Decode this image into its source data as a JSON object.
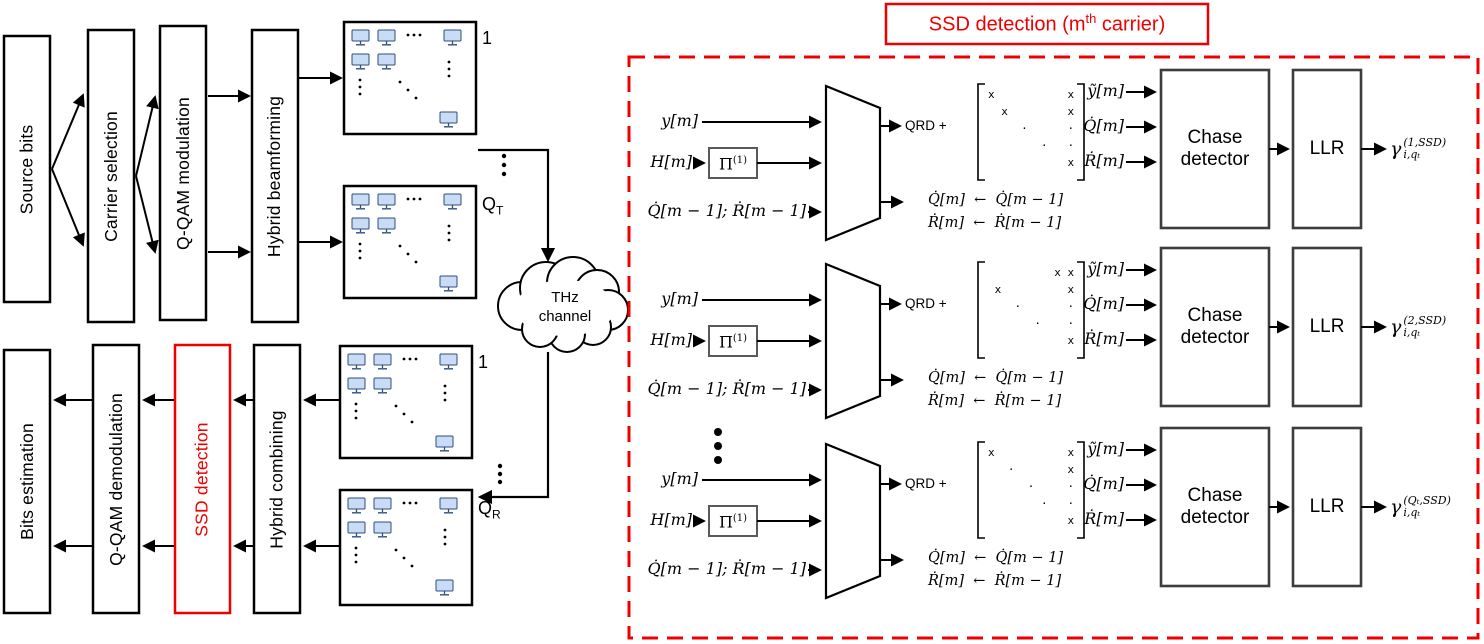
{
  "colors": {
    "accent_red": "#ef0000",
    "monitor_blue": "#c9dcf5",
    "box_black": "#000000",
    "detector_gray": "#3d3d3d"
  },
  "left": {
    "tx": {
      "source": "Source bits",
      "carrier": "Carrier selection",
      "qam": "Q-QAM modulation",
      "beamforming": "Hybrid beamforming",
      "array_first_label": "1",
      "array_last_label": "Q",
      "array_last_sub": "T"
    },
    "rx": {
      "bits": "Bits estimation",
      "qam": "Q-QAM demodulation",
      "ssd": "SSD detection",
      "combining": "Hybrid combining",
      "array_first_label": "1",
      "array_last_label": "Q",
      "array_last_sub": "R"
    },
    "channel_lines": [
      "THz",
      "channel"
    ]
  },
  "panel": {
    "title_pre": "SSD detection (m",
    "title_sup": "th",
    "title_post": " carrier)",
    "rows": [
      {
        "in_y": "y[m]",
        "in_H": "H[m]",
        "perm": "Π",
        "perm_sup": "(1)",
        "in_prev": "Q̇[m − 1]; Ṙ[m − 1]",
        "qrd": "QRD  +",
        "matrix": [
          "x           x",
          "  x         x",
          "     ·      ·",
          "        ·   ·",
          "            x"
        ],
        "updates": [
          "Q̇[m]  ←  Q̇[m − 1]",
          "Ṙ[m]  ←  Ṙ[m − 1]"
        ],
        "det_in": [
          "ỹ[m]",
          "Q̇[m]",
          "Ṙ[m]"
        ],
        "chase": "Chase detector",
        "llr": "LLR",
        "out_main": "γ",
        "out_sup": "(1,SSD)",
        "out_sub": "i,qₜ"
      },
      {
        "in_y": "y[m]",
        "in_H": "H[m]",
        "perm": "Π",
        "perm_sup": "(1)",
        "in_prev": "Q̇[m − 1]; Ṙ[m − 1]",
        "qrd": "QRD  +",
        "matrix": [
          "          x x",
          " x          x",
          "    ·       ·",
          "       ·    ·",
          "            x"
        ],
        "updates": [
          "Q̇[m]  ←  Q̇[m − 1]",
          "Ṙ[m]  ←  Ṙ[m − 1]"
        ],
        "det_in": [
          "ỹ[m]",
          "Q̇[m]",
          "Ṙ[m]"
        ],
        "chase": "Chase detector",
        "llr": "LLR",
        "out_main": "γ",
        "out_sup": "(2,SSD)",
        "out_sub": "i,qₜ"
      },
      {
        "in_y": "y[m]",
        "in_H": "H[m]",
        "perm": "Π",
        "perm_sup": "(1)",
        "in_prev": "Q̇[m − 1]; Ṙ[m − 1]",
        "qrd": "QRD  +",
        "matrix": [
          "x           x",
          "   ·        x",
          "      ·     ·",
          "        ·   ·",
          "            x"
        ],
        "updates": [
          "Q̇[m]  ←  Q̇[m − 1]",
          "Ṙ[m]  ←  Ṙ[m − 1]"
        ],
        "det_in": [
          "ỹ[m]",
          "Q̇[m]",
          "Ṙ[m]"
        ],
        "chase": "Chase detector",
        "llr": "LLR",
        "out_main": "γ",
        "out_sup": "(Qₜ,SSD)",
        "out_sub": "i,qₜ"
      }
    ]
  }
}
